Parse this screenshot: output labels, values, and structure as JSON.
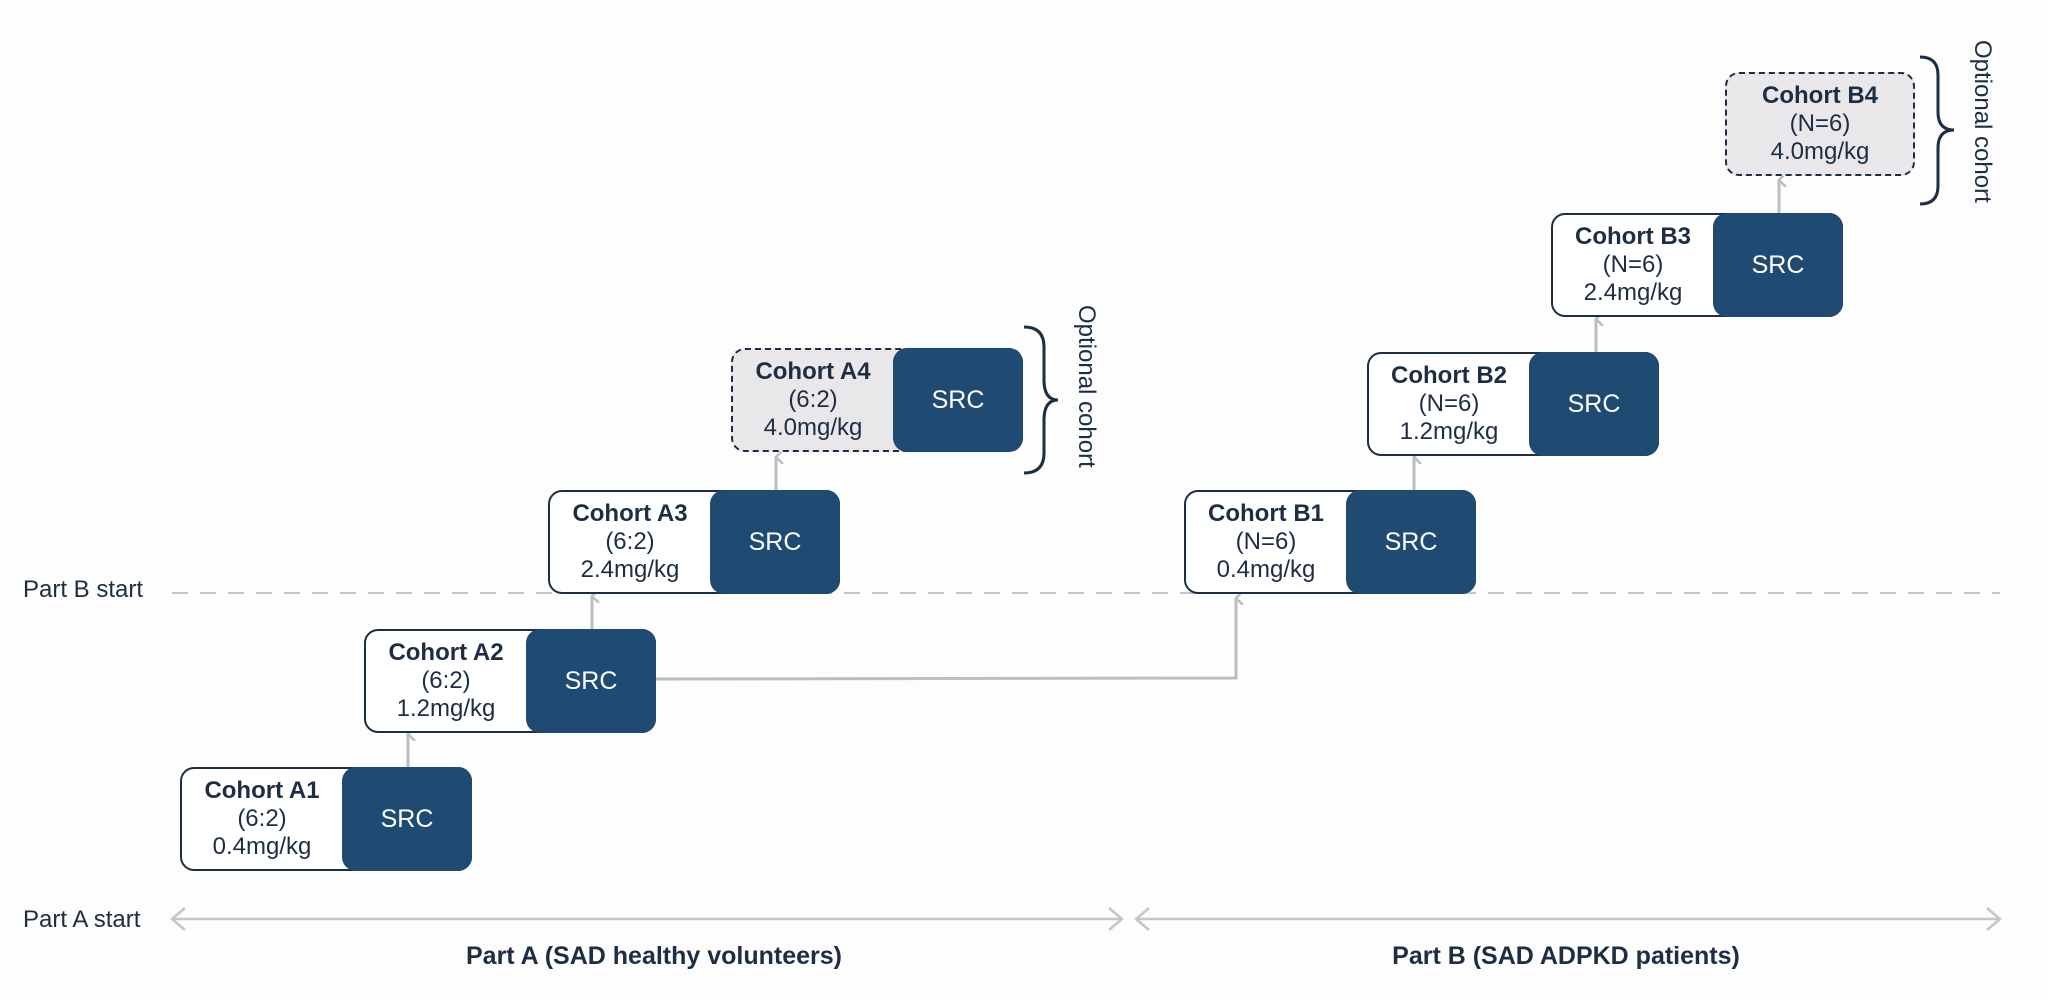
{
  "milestones": {
    "part_b_start": "Part B start",
    "part_a_start": "Part A start"
  },
  "parts": [
    {
      "label": "Part A (SAD healthy volunteers)"
    },
    {
      "label": "Part B (SAD ADPKD patients)"
    }
  ],
  "cohorts": [
    {
      "id": "A1",
      "name": "Cohort A1",
      "ratio": "(6:2)",
      "dose": "0.4mg/kg",
      "review": "SRC",
      "optional": false
    },
    {
      "id": "A2",
      "name": "Cohort A2",
      "ratio": "(6:2)",
      "dose": "1.2mg/kg",
      "review": "SRC",
      "optional": false
    },
    {
      "id": "A3",
      "name": "Cohort A3",
      "ratio": "(6:2)",
      "dose": "2.4mg/kg",
      "review": "SRC",
      "optional": false
    },
    {
      "id": "A4",
      "name": "Cohort A4",
      "ratio": "(6:2)",
      "dose": "4.0mg/kg",
      "review": "SRC",
      "optional": true
    },
    {
      "id": "B1",
      "name": "Cohort B1",
      "ratio": "(N=6)",
      "dose": "0.4mg/kg",
      "review": "SRC",
      "optional": false
    },
    {
      "id": "B2",
      "name": "Cohort B2",
      "ratio": "(N=6)",
      "dose": "1.2mg/kg",
      "review": "SRC",
      "optional": false
    },
    {
      "id": "B3",
      "name": "Cohort B3",
      "ratio": "(N=6)",
      "dose": "2.4mg/kg",
      "review": "SRC",
      "optional": false
    },
    {
      "id": "B4",
      "name": "Cohort B4",
      "ratio": "(N=6)",
      "dose": "4.0mg/kg",
      "review": "",
      "optional": true
    }
  ],
  "optional_label": "Optional cohort",
  "colors": {
    "src_fill": "#1f4b73",
    "optional_fill": "#e9e7ea",
    "text": "#1d2d44",
    "connector": "#b9bec5"
  }
}
